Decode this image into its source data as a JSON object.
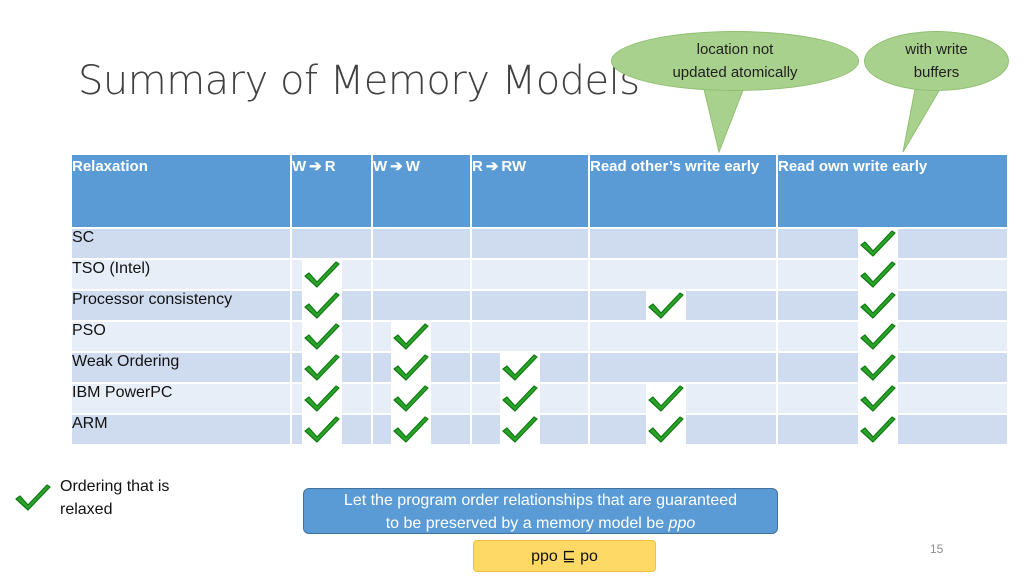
{
  "title": "Summary of Memory Models",
  "callouts": {
    "atomic": [
      "location not",
      "updated atomically"
    ],
    "buffers": [
      "with write",
      "buffers"
    ]
  },
  "table": {
    "headers": [
      "Relaxation",
      "W",
      "R",
      "W",
      "W",
      "R",
      "RW",
      "Read other’s write early",
      "Read own write early"
    ],
    "rows": [
      {
        "name": "SC",
        "checks": [
          false,
          false,
          false,
          false,
          true
        ]
      },
      {
        "name": "TSO (Intel)",
        "checks": [
          true,
          false,
          false,
          false,
          true
        ]
      },
      {
        "name": "Processor consistency",
        "checks": [
          true,
          false,
          false,
          true,
          true
        ]
      },
      {
        "name": "PSO",
        "checks": [
          true,
          true,
          false,
          false,
          true
        ]
      },
      {
        "name": "Weak Ordering",
        "checks": [
          true,
          true,
          true,
          false,
          true
        ]
      },
      {
        "name": "IBM PowerPC",
        "checks": [
          true,
          true,
          true,
          true,
          true
        ]
      },
      {
        "name": "ARM",
        "checks": [
          true,
          true,
          true,
          true,
          true
        ]
      }
    ]
  },
  "legend": {
    "text": "Ordering that is relaxed"
  },
  "note": {
    "line1": "Let the program order relationships that are guaranteed",
    "line2": "to be preserved by a memory model be",
    "em": "ppo"
  },
  "formula": "ppo ⊑ po",
  "page_number": "15",
  "colors": {
    "header": "#5b9bd5",
    "row_dark": "#cfdcef",
    "row_light": "#e8eef7",
    "check": "#1f9e1f",
    "bubble": "#a9d18e",
    "formula": "#ffd966"
  }
}
